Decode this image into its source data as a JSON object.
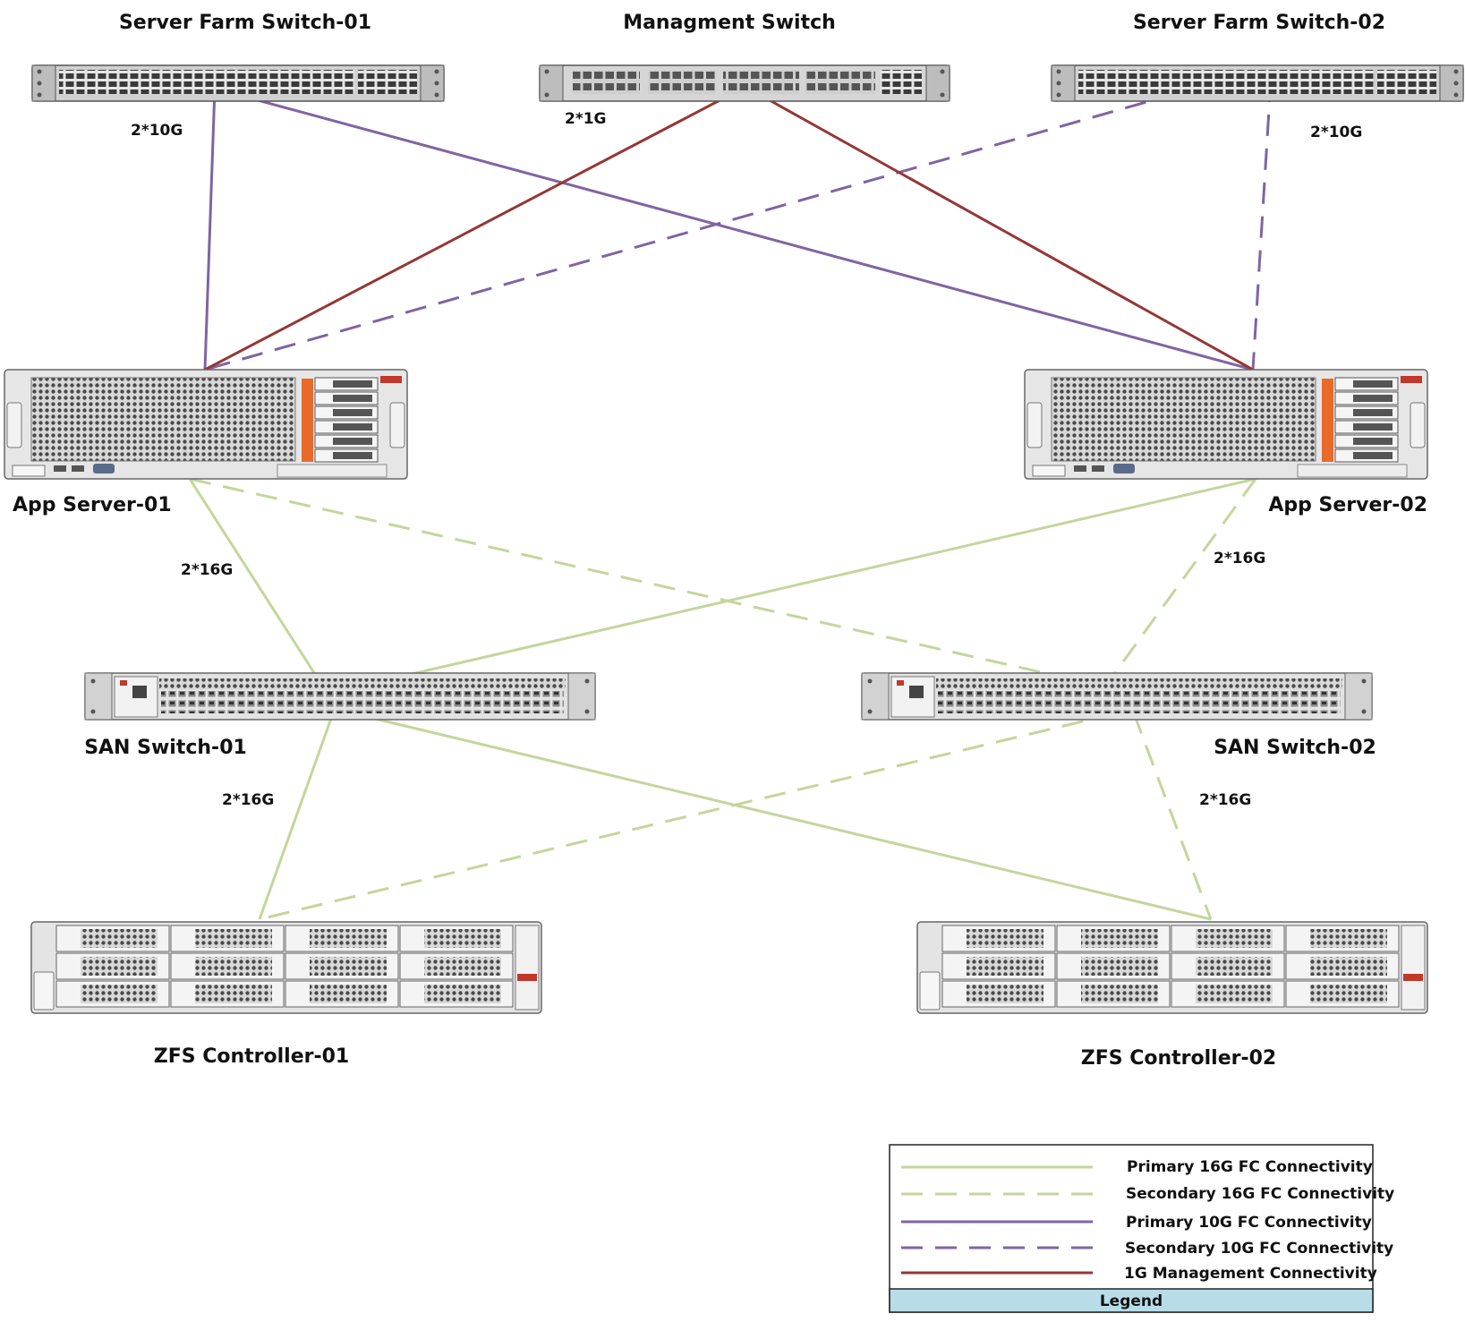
{
  "colors": {
    "primary_16g": "#c3d69b",
    "primary_10g": "#8064a2",
    "mgmt_1g": "#953735",
    "legend_bar": "#b7dde8"
  },
  "devices": {
    "sfs1": "Server Farm Switch-01",
    "mgmt": "Managment Switch",
    "sfs2": "Server Farm Switch-02",
    "app1": "App Server-01",
    "app2": "App Server-02",
    "san1": "SAN Switch-01",
    "san2": "SAN Switch-02",
    "zfs1": "ZFS Controller-01",
    "zfs2": "ZFS Controller-02"
  },
  "link_labels": {
    "sfs1_10g": "2*10G",
    "mgmt_1g": "2*1G",
    "sfs2_10g": "2*10G",
    "app1_16g": "2*16G",
    "app2_16g": "2*16G",
    "san1_16g": "2*16G",
    "san2_16g": "2*16G"
  },
  "legend": {
    "items": [
      "Primary 16G FC Connectivity",
      "Secondary 16G FC Connectivity",
      "Primary 10G FC Connectivity",
      "Secondary 10G FC Connectivity",
      "1G Management Connectivity"
    ],
    "title": "Legend"
  }
}
